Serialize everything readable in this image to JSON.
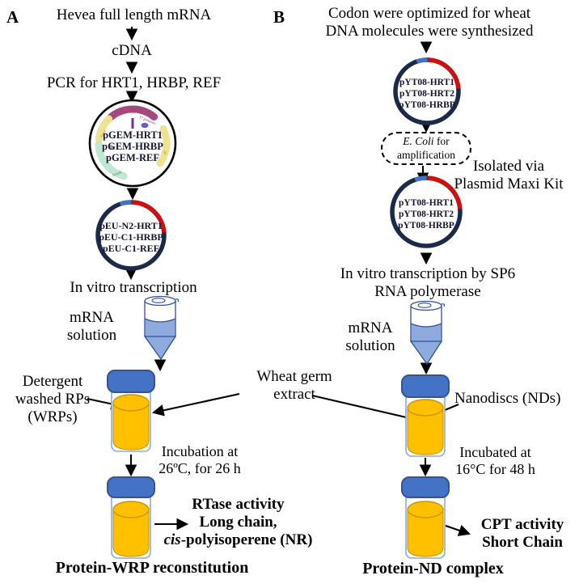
{
  "colors": {
    "lid_blue": "#4472C4",
    "content_yellow": "#FFC000",
    "funnel_blue": "#8FAADC",
    "plasmid_ring_navy": "#1B2A4A",
    "plasmid_red_segment": "#CC1111",
    "plasmid_blue_segment": "#4472C4"
  },
  "panel_a": {
    "label": "A",
    "step_mrna": "Hevea full length mRNA",
    "step_cdna": "cDNA",
    "step_pcr": "PCR for HRT1, HRBP, REF",
    "pgem": {
      "lines": [
        "pGEM-HRT1",
        "pGEM-HRBP",
        "pGEM-REF"
      ],
      "segments": [
        "LacZ",
        "T7 promoter",
        "f1 ori",
        "ori",
        "AmpR"
      ]
    },
    "peu": {
      "lines": [
        "pEU-N2-HRT1",
        "pEU-C1-HRBP",
        "pEU-C1-REF"
      ]
    },
    "in_vitro": "In vitro transcription",
    "mrna_lines": [
      "mRNA",
      "solution"
    ],
    "detergent_lines": [
      "Detergent",
      "washed RPs",
      "(WRPs)"
    ],
    "incubation_lines": [
      "Incubation at",
      "26ºC, for 26 h"
    ],
    "activity_line1": "RTase activity",
    "activity_line2": "Long chain,",
    "activity_cis": "cis",
    "activity_line3_rest": "-polyisoperene (NR)",
    "caption": "Protein-WRP reconstitution"
  },
  "panel_b": {
    "label": "B",
    "header_lines": [
      "Codon were optimized for wheat",
      "DNA molecules were synthesized"
    ],
    "pyt08": {
      "lines": [
        "pYT08-HRT1",
        "pYT08-HRT2",
        "pYT08-HRBP"
      ]
    },
    "ecoli_italic": "E. Coli",
    "ecoli_rest": " for",
    "ecoli_line2": "amplification",
    "isolated_lines": [
      "Isolated via",
      "Plasmid Maxi Kit"
    ],
    "sp6_lines": [
      "In vitro transcription by SP6",
      "RNA polymerase"
    ],
    "mrna_lines": [
      "mRNA",
      "solution"
    ],
    "nanodiscs": "Nanodiscs (NDs)",
    "incubation_lines": [
      "Incubated at",
      "16°C for 48 h"
    ],
    "activity_lines": [
      "CPT activity",
      "Short Chain"
    ],
    "caption": "Protein-ND complex"
  },
  "shared": {
    "wheat_lines": [
      "Wheat germ",
      "extract"
    ]
  }
}
